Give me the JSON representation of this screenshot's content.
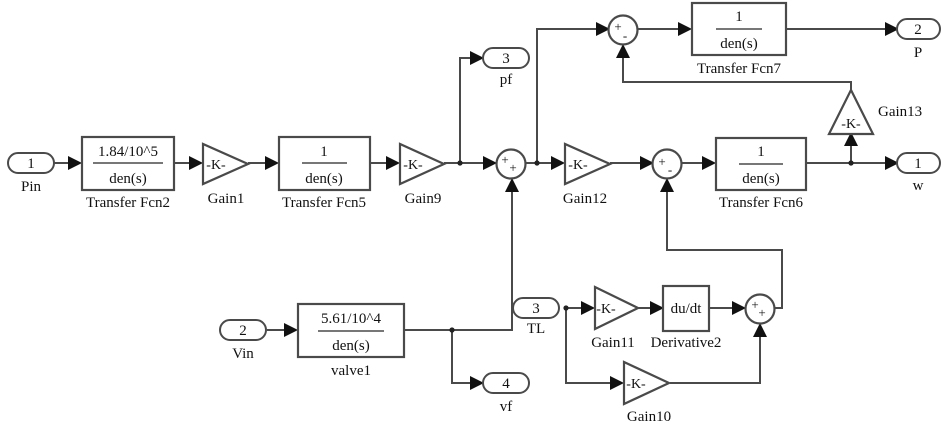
{
  "diagram": {
    "title": "Simulink block diagram",
    "inports": [
      {
        "id": "pin",
        "number": "1",
        "label": "Pin"
      },
      {
        "id": "vin",
        "number": "2",
        "label": "Vin"
      },
      {
        "id": "tl",
        "number": "3",
        "label": "TL"
      }
    ],
    "outports": [
      {
        "id": "p",
        "number": "2",
        "label": "P"
      },
      {
        "id": "w",
        "number": "1",
        "label": "w"
      },
      {
        "id": "pf",
        "number": "3",
        "label": "pf"
      },
      {
        "id": "vf",
        "number": "4",
        "label": "vf"
      }
    ],
    "transfer_fcns": [
      {
        "id": "tf2",
        "numerator": "1.84/10^5",
        "denominator": "den(s)",
        "label": "Transfer Fcn2"
      },
      {
        "id": "tf5",
        "numerator": "1",
        "denominator": "den(s)",
        "label": "Transfer Fcn5"
      },
      {
        "id": "tf7",
        "numerator": "1",
        "denominator": "den(s)",
        "label": "Transfer Fcn7"
      },
      {
        "id": "tf6",
        "numerator": "1",
        "denominator": "den(s)",
        "label": "Transfer Fcn6"
      },
      {
        "id": "valve1",
        "numerator": "5.61/10^4",
        "denominator": "den(s)",
        "label": "valve1"
      }
    ],
    "gains": [
      {
        "id": "gain1",
        "text": "-K-",
        "label": "Gain1"
      },
      {
        "id": "gain9",
        "text": "-K-",
        "label": "Gain9"
      },
      {
        "id": "gain12",
        "text": "-K-",
        "label": "Gain12"
      },
      {
        "id": "gain13",
        "text": "-K-",
        "label": "Gain13"
      },
      {
        "id": "gain11",
        "text": "-K-",
        "label": "Gain11"
      },
      {
        "id": "gain10",
        "text": "-K-",
        "label": "Gain10"
      }
    ],
    "derivative": {
      "text": "du/dt",
      "label": "Derivative2"
    },
    "sums": [
      {
        "id": "sum_main",
        "signs": [
          "+",
          "+"
        ]
      },
      {
        "id": "sum_top",
        "signs": [
          "+",
          "-"
        ]
      },
      {
        "id": "sum_mid",
        "signs": [
          "+",
          "-"
        ]
      },
      {
        "id": "sum_low",
        "signs": [
          "+",
          "+"
        ]
      }
    ],
    "colors": {
      "line": "#4a4a4a",
      "text": "#111111",
      "background": "#ffffff"
    }
  }
}
